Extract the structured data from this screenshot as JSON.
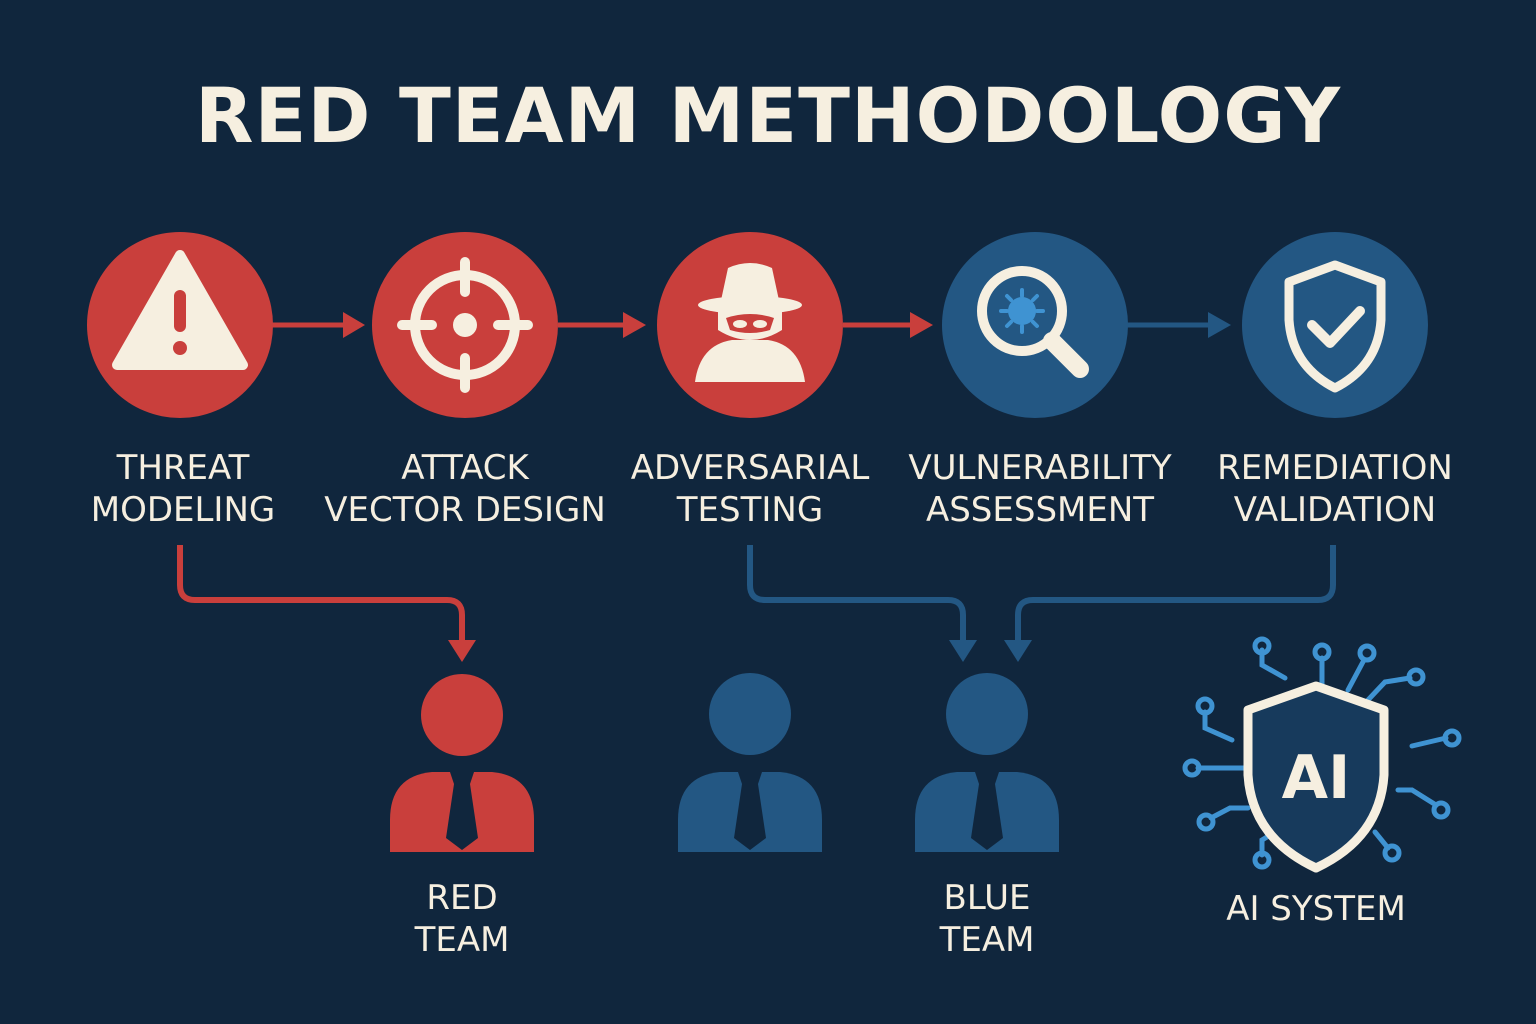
{
  "title": "RED TEAM METHODOLOGY",
  "colors": {
    "background": "#10263d",
    "red": "#c93f3c",
    "blue": "#235783",
    "ink": "#f6efe0",
    "ai_circuit": "#3f93d2"
  },
  "steps": [
    {
      "icon": "warning-icon",
      "lines": [
        "THREAT",
        "MODELING"
      ],
      "color": "red"
    },
    {
      "icon": "crosshair-icon",
      "lines": [
        "ATTACK",
        "VECTOR DESIGN"
      ],
      "color": "red"
    },
    {
      "icon": "spy-icon",
      "lines": [
        "ADVERSARIAL",
        "TESTING"
      ],
      "color": "red"
    },
    {
      "icon": "magnifier-bug-icon",
      "lines": [
        "VULNERABILITY",
        "ASSESSMENT"
      ],
      "color": "blue"
    },
    {
      "icon": "shield-check-icon",
      "lines": [
        "REMEDIATION",
        "VALIDATION"
      ],
      "color": "blue"
    }
  ],
  "teams": {
    "red_team": {
      "icon": "red-person-icon",
      "lines": [
        "RED",
        "TEAM"
      ]
    },
    "blue_team": {
      "icon": "blue-person-icon",
      "lines": [
        "BLUE",
        "TEAM"
      ]
    },
    "ai_system": {
      "icon": "ai-shield-icon",
      "badge": "AI",
      "lines": [
        "AI SYSTEM"
      ]
    }
  }
}
